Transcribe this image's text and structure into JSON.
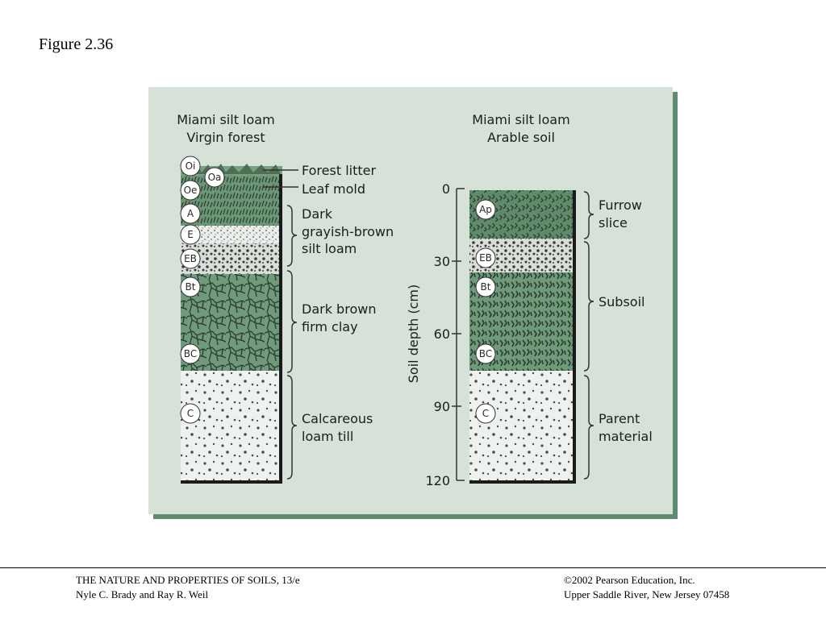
{
  "figure_title": "Figure 2.36",
  "left_profile": {
    "title_line1": "Miami silt loam",
    "title_line2": "Virgin forest",
    "horizons": [
      "Oi",
      "Oa",
      "Oe",
      "A",
      "E",
      "EB",
      "Bt",
      "BC",
      "C"
    ],
    "labels": {
      "forest_litter": "Forest litter",
      "leaf_mold": "Leaf mold",
      "dark_l1": "Dark",
      "dark_l2": "grayish-brown",
      "dark_l3": "silt loam",
      "clay_l1": "Dark brown",
      "clay_l2": "firm clay",
      "till_l1": "Calcareous",
      "till_l2": "loam till"
    }
  },
  "right_profile": {
    "title_line1": "Miami silt loam",
    "title_line2": "Arable soil",
    "horizons": [
      "Ap",
      "EB",
      "Bt",
      "BC",
      "C"
    ],
    "labels": {
      "furrow_l1": "Furrow",
      "furrow_l2": "slice",
      "subsoil": "Subsoil",
      "parent_l1": "Parent",
      "parent_l2": "material"
    }
  },
  "depth_axis": {
    "label": "Soil depth (cm)",
    "ticks": [
      "0",
      "30",
      "60",
      "90",
      "120"
    ]
  },
  "footer": {
    "left_line1": "THE NATURE AND PROPERTIES OF SOILS, 13/e",
    "left_line2": "Nyle C. Brady and Ray R. Weil",
    "right_line1": "©2002 Pearson Education, Inc.",
    "right_line2": "Upper Saddle River, New Jersey  07458"
  }
}
